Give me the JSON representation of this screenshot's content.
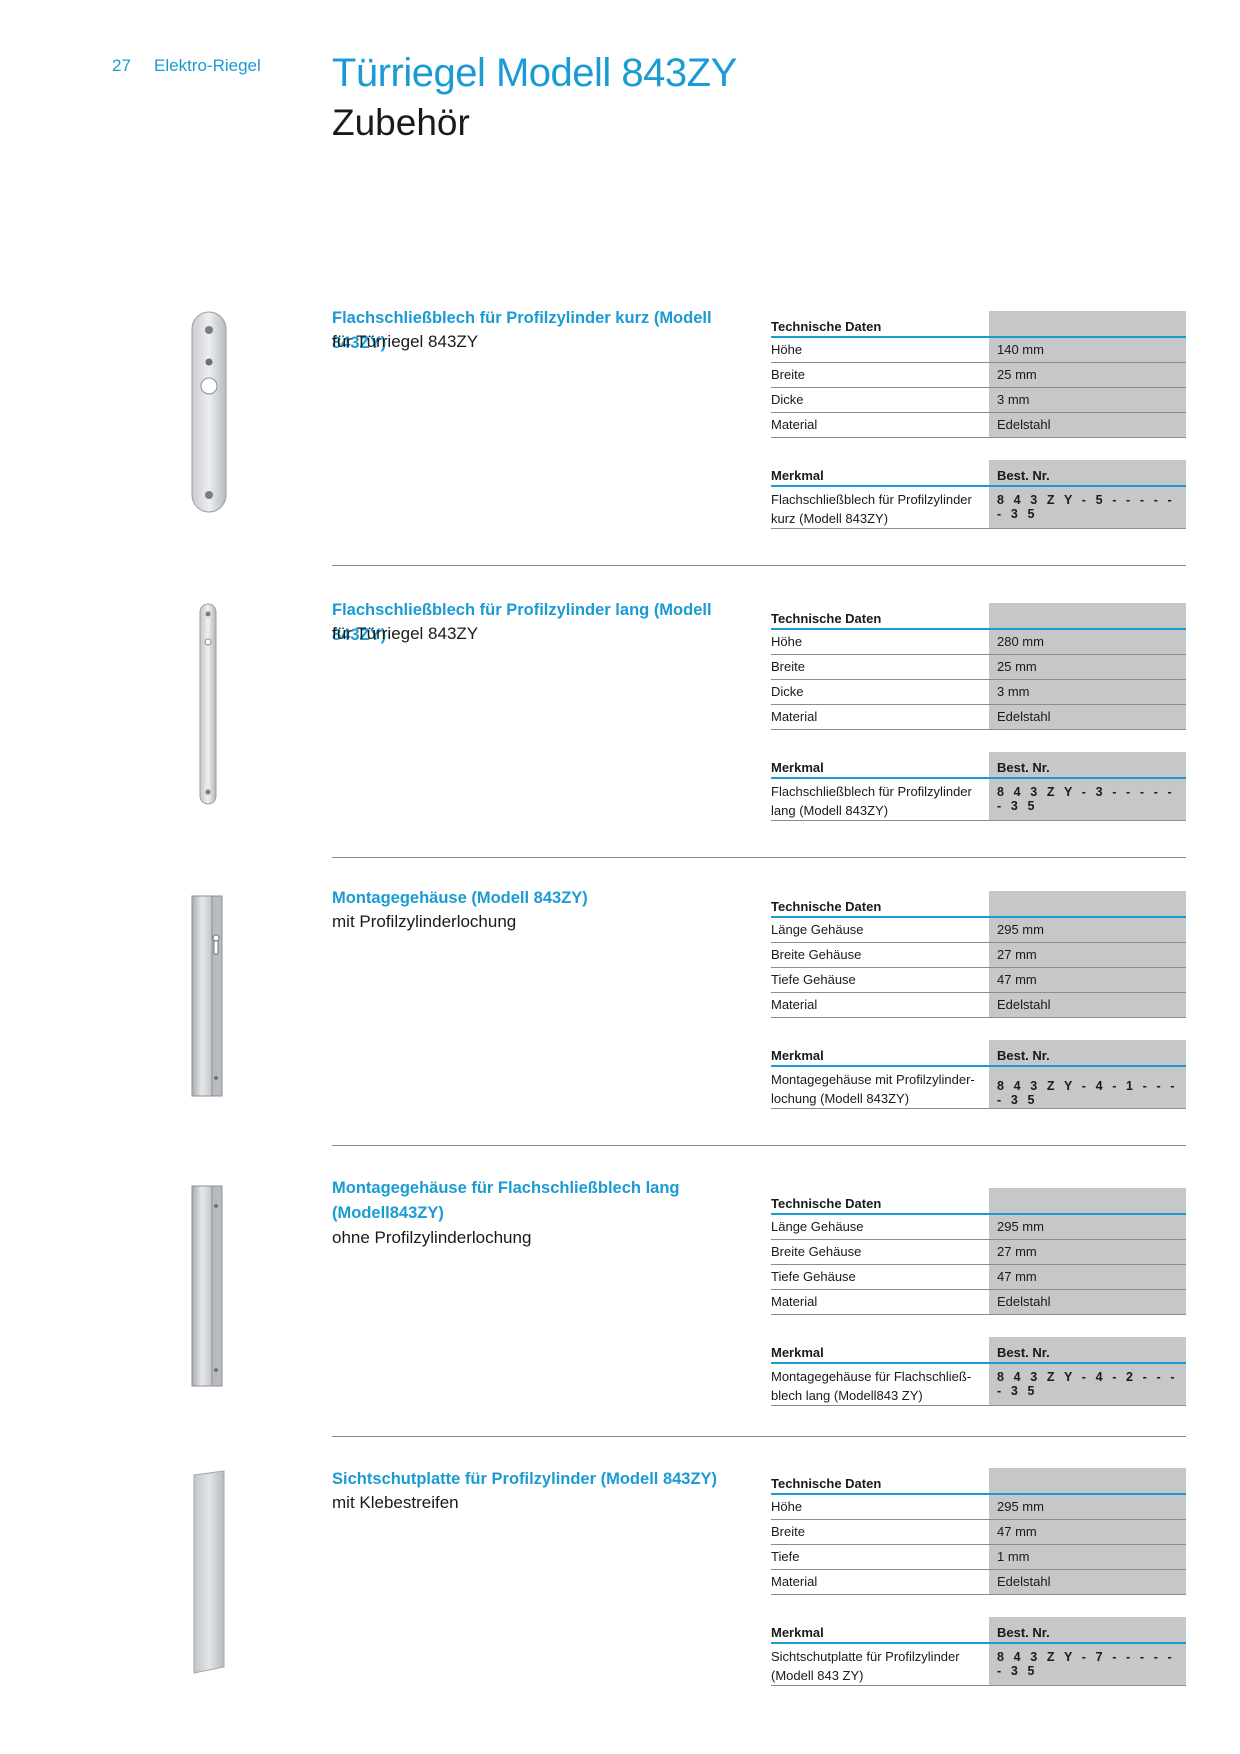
{
  "header": {
    "page_number": "27",
    "section": "Elektro-Riegel",
    "title": "Türriegel Modell 843ZY",
    "subtitle": "Zubehör"
  },
  "products": [
    {
      "title": "Flachschließblech für Profilzylinder kurz (Modell 843ZY)",
      "subtitle": "für Türriegel 843ZY",
      "specs_header": "Technische Daten",
      "specs": [
        {
          "label": "Höhe",
          "value": "140 mm"
        },
        {
          "label": "Breite",
          "value": "25 mm"
        },
        {
          "label": "Dicke",
          "value": "3 mm"
        },
        {
          "label": "Material",
          "value": "Edelstahl"
        }
      ],
      "order_header_left": "Merkmal",
      "order_header_right": "Best. Nr.",
      "order_desc_line1": "Flachschließblech für Profilzylinder",
      "order_desc_line2": "kurz (Modell 843ZY)",
      "order_number": "8 4 3 Z Y - 5 - - - - - - 3 5"
    },
    {
      "title": "Flachschließblech für Profilzylinder lang (Modell 843ZY)",
      "subtitle": "für Türriegel 843ZY",
      "specs_header": "Technische Daten",
      "specs": [
        {
          "label": "Höhe",
          "value": "280 mm"
        },
        {
          "label": "Breite",
          "value": "25 mm"
        },
        {
          "label": "Dicke",
          "value": "3 mm"
        },
        {
          "label": "Material",
          "value": "Edelstahl"
        }
      ],
      "order_header_left": "Merkmal",
      "order_header_right": "Best. Nr.",
      "order_desc_line1": "Flachschließblech für Profilzylinder",
      "order_desc_line2": "lang (Modell 843ZY)",
      "order_number": "8 4 3 Z Y - 3 - - - - - - 3 5"
    },
    {
      "title": "Montagegehäuse (Modell 843ZY)",
      "subtitle": "mit Profilzylinderlochung",
      "specs_header": "Technische Daten",
      "specs": [
        {
          "label": "Länge Gehäuse",
          "value": "295 mm"
        },
        {
          "label": "Breite Gehäuse",
          "value": "27 mm"
        },
        {
          "label": "Tiefe Gehäuse",
          "value": "47 mm"
        },
        {
          "label": "Material",
          "value": "Edelstahl"
        }
      ],
      "order_header_left": "Merkmal",
      "order_header_right": "Best. Nr.",
      "order_desc_line1": "Montagegehäuse mit Profilzylinder-",
      "order_desc_line2": "lochung (Modell 843ZY)",
      "order_number": "8 4 3 Z Y - 4 - 1 - - - - 3 5"
    },
    {
      "title_line1": "Montagegehäuse für Flachschließblech lang",
      "title_line2": "(Modell843ZY)",
      "subtitle": "ohne Profilzylinderlochung",
      "specs_header": "Technische Daten",
      "specs": [
        {
          "label": "Länge Gehäuse",
          "value": "295 mm"
        },
        {
          "label": "Breite Gehäuse",
          "value": "27 mm"
        },
        {
          "label": "Tiefe Gehäuse",
          "value": "47 mm"
        },
        {
          "label": "Material",
          "value": "Edelstahl"
        }
      ],
      "order_header_left": "Merkmal",
      "order_header_right": "Best. Nr.",
      "order_desc_line1": "Montagegehäuse für Flachschließ-",
      "order_desc_line2": "blech lang (Modell843 ZY)",
      "order_number": "8 4 3 Z Y - 4 - 2 - - - - 3 5"
    },
    {
      "title": "Sichtschutplatte für Profilzylinder (Modell 843ZY)",
      "subtitle": "mit Klebestreifen",
      "specs_header": "Technische Daten",
      "specs": [
        {
          "label": "Höhe",
          "value": "295 mm"
        },
        {
          "label": "Breite",
          "value": "47 mm"
        },
        {
          "label": "Tiefe",
          "value": "1 mm"
        },
        {
          "label": "Material",
          "value": "Edelstahl"
        }
      ],
      "order_header_left": "Merkmal",
      "order_header_right": "Best. Nr.",
      "order_desc_line1": "Sichtschutplatte für Profilzylinder",
      "order_desc_line2": "(Modell 843 ZY)",
      "order_number": "8 4 3 Z Y - 7 - - - - - - 3 5"
    }
  ]
}
